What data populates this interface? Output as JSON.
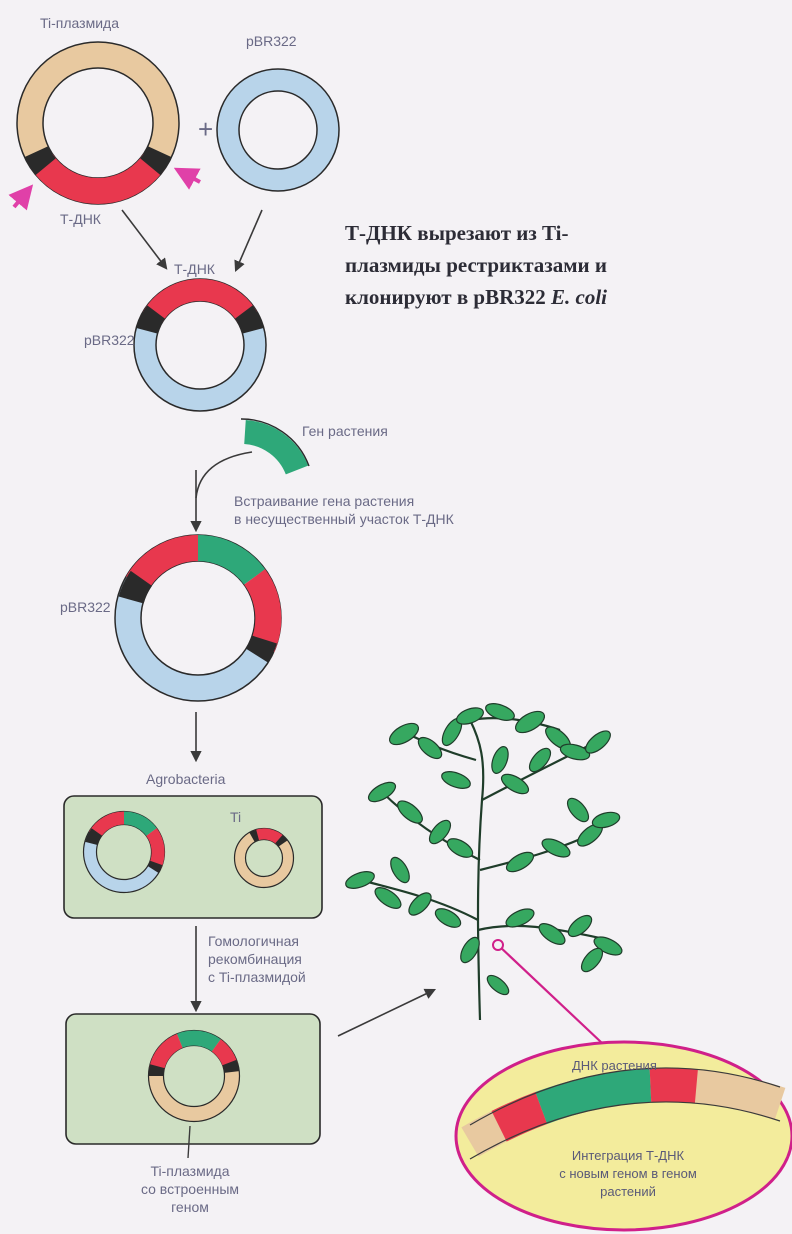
{
  "labels": {
    "ti_plasmid_top": "Ti-плазмида",
    "pbr322_top": "pBR322",
    "plus": "+",
    "tdna_under": "Т-ДНК",
    "tdna_merge": "Т-ДНК",
    "pbr322_mid": "pBR322",
    "plant_gene": "Ген растения",
    "insertion_1": "Встраивание гена растения",
    "insertion_2": "в несущественный участок Т-ДНК",
    "pbr322_recomb": "pBR322",
    "agrobacteria": "Agrobacteria",
    "ti_small": "Ti",
    "homologous_1": "Гомологичная",
    "homologous_2": "рекомбинация",
    "homologous_3": "с Ti-плазмидой",
    "ti_final_1": "Ti-плазмида",
    "ti_final_2": "со встроенным",
    "ti_final_3": "геном"
  },
  "caption": {
    "line1": "Т-ДНК вырезают из Ti-",
    "line2": "плазмиды рестриктазами и",
    "line3_main": "клонируют в pBR322 ",
    "line3_italic": "E. coli"
  },
  "zoom": {
    "plant_dna": "ДНК растения",
    "integration_1": "Интеграция Т-ДНК",
    "integration_2": "с новым геном в геном",
    "integration_3": "растений"
  },
  "colors": {
    "ti_plasmid": "#e8c9a0",
    "pbr322": "#b8d4ea",
    "tdna": "#e8384e",
    "plant_gene": "#2ea879",
    "border_marker": "#2a2a2a",
    "cut_arrow": "#e040a8",
    "cell_fill": "#cfe0c4",
    "zoom_fill": "#f3ec9c",
    "zoom_border": "#d0208a",
    "leaf": "#36a860"
  }
}
